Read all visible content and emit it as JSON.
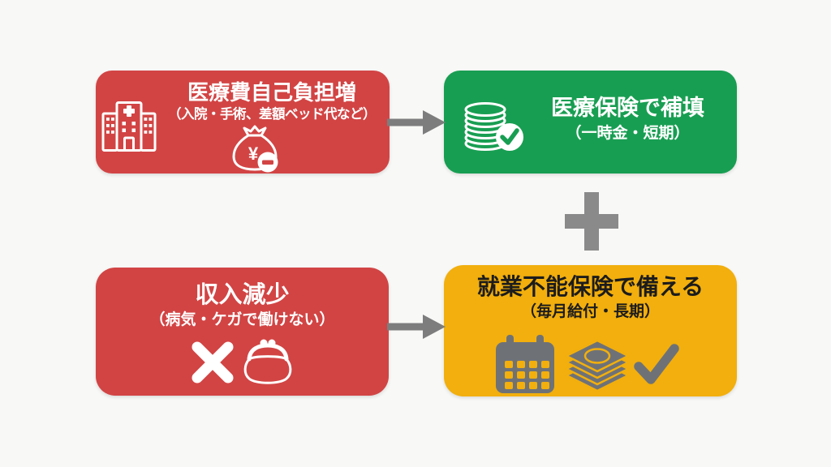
{
  "canvas": {
    "background": "#f8f8f6"
  },
  "diagram": {
    "boxes": [
      {
        "id": "medical-cost-increase",
        "title": "医療費自己負担増",
        "subtitle": "（入院・手術、差額ベッド代など）",
        "bg_color": "#d24444",
        "text_color": "#ffffff",
        "currency_symbol": "¥",
        "icons": [
          "hospital-icon",
          "money-bag-minus-icon"
        ]
      },
      {
        "id": "medical-insurance-cover",
        "title": "医療保険で補填",
        "subtitle": "（一時金・短期）",
        "bg_color": "#189e52",
        "text_color": "#ffffff",
        "icons": [
          "coin-stack-check-icon"
        ]
      },
      {
        "id": "income-decrease",
        "title": "収入減少",
        "subtitle": "（病気・ケガで働けない）",
        "bg_color": "#d24444",
        "text_color": "#ffffff",
        "icons": [
          "x-mark-icon",
          "coin-purse-icon"
        ]
      },
      {
        "id": "disability-insurance-prepare",
        "title": "就業不能保険で備える",
        "subtitle": "（毎月給付・長期）",
        "bg_color": "#f2af0d",
        "text_color": "#1c1c1c",
        "icons": [
          "calendar-icon",
          "banknotes-icon",
          "checkmark-icon"
        ]
      }
    ],
    "connectors": {
      "arrow_color": "#7d7d7d",
      "plus_color": "#8a8a8a"
    }
  }
}
